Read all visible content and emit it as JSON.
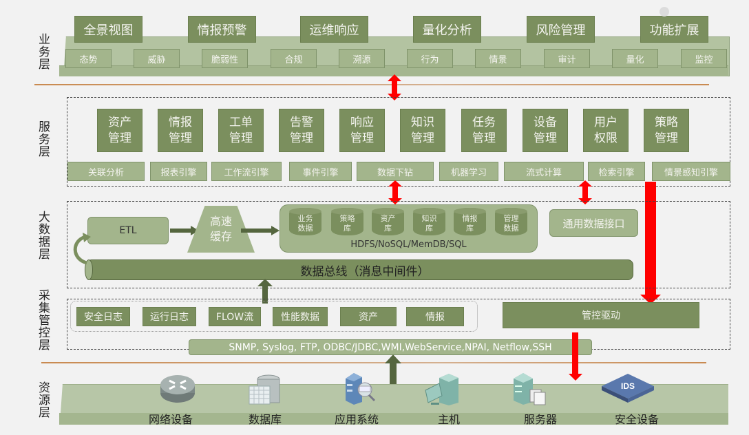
{
  "layers": {
    "business": "业务层",
    "service": "服务层",
    "bigdata": "大数据层",
    "collection": "采集管控层",
    "resource": "资源层"
  },
  "business": {
    "top_items": [
      "全景视图",
      "情报预警",
      "运维响应",
      "量化分析",
      "风险管理",
      "功能扩展"
    ],
    "sub_items": [
      "态势",
      "威胁",
      "脆弱性",
      "合规",
      "溯源",
      "行为",
      "情景",
      "审计",
      "量化",
      "监控"
    ]
  },
  "service": {
    "modules": [
      [
        "资产",
        "管理"
      ],
      [
        "情报",
        "管理"
      ],
      [
        "工单",
        "管理"
      ],
      [
        "告警",
        "管理"
      ],
      [
        "响应",
        "管理"
      ],
      [
        "知识",
        "管理"
      ],
      [
        "任务",
        "管理"
      ],
      [
        "设备",
        "管理"
      ],
      [
        "用户",
        "权限"
      ],
      [
        "策略",
        "管理"
      ]
    ],
    "engines": [
      "关联分析",
      "报表引擎",
      "工作流引擎",
      "事件引擎",
      "数据下钻",
      "机器学习",
      "流式计算",
      "检索引擎",
      "情景感知引擎"
    ]
  },
  "bigdata": {
    "etl": "ETL",
    "cache": [
      "高速",
      "缓存"
    ],
    "stores": [
      [
        "业务",
        "数据"
      ],
      [
        "策略",
        "库"
      ],
      [
        "资产",
        "库"
      ],
      [
        "知识",
        "库"
      ],
      [
        "情报",
        "库"
      ],
      [
        "管理",
        "数据"
      ]
    ],
    "storage_tech": "HDFS/NoSQL/MemDB/SQL",
    "api": "通用数据接口",
    "bus": "数据总线（消息中间件）"
  },
  "collection": {
    "items": [
      "安全日志",
      "运行日志",
      "FLOW流",
      "性能数据",
      "资产",
      "情报"
    ],
    "control": "管控驱动",
    "protocols": "SNMP, Syslog, FTP, ODBC/JDBC,WMI,WebService,NPAI, Netflow,SSH"
  },
  "resource": {
    "items": [
      {
        "label": "网络设备",
        "icon": "router-icon"
      },
      {
        "label": "数据库",
        "icon": "database-icon"
      },
      {
        "label": "应用系统",
        "icon": "web-server-icon"
      },
      {
        "label": "主机",
        "icon": "host-computer-icon"
      },
      {
        "label": "服务器",
        "icon": "server-icon"
      },
      {
        "label": "安全设备",
        "icon": "ids-appliance-icon"
      }
    ],
    "ids_text": "IDS"
  },
  "colors": {
    "dark_green": "#7b8f5e",
    "mid_green": "#a3b58c",
    "light_green": "#b7c6a7",
    "arrow_red": "#ff0000",
    "arrow_dark": "#55663f",
    "separator": "#c98a50"
  }
}
